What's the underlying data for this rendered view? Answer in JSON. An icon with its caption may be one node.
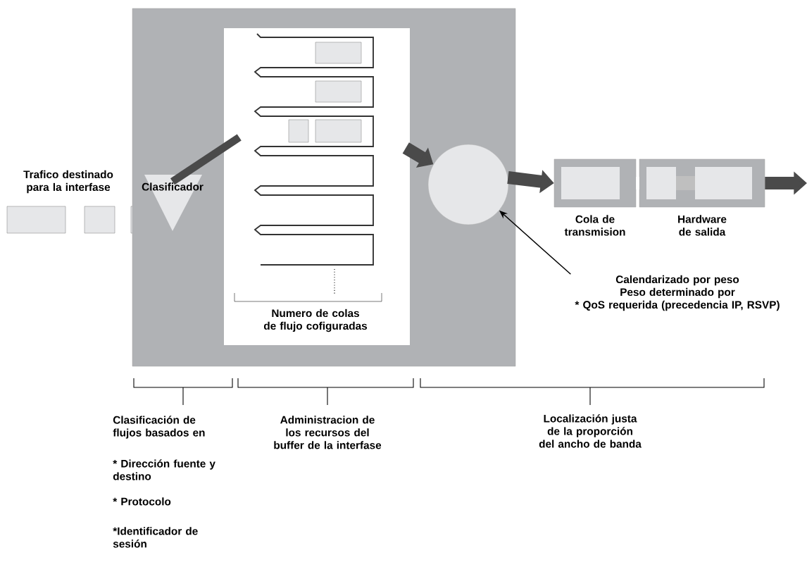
{
  "diagram": {
    "nodes": [
      {
        "text": [],
        "shape": "box"
      },
      {
        "text": [
          "Clasificador"
        ],
        "in": 0
      },
      {
        "text": [
          "Numero de colas de flujo cofiguradas"
        ],
        "in": 0
      },
      {
        "text": [],
        "shape": "circle",
        "in": 0
      },
      {
        "text": [
          "Cola de transmision"
        ]
      },
      {
        "text": [
          "Hardware de salida"
        ]
      },
      {
        "text": [
          "Calendarizado por peso",
          "Peso determinado por",
          "* QoS requerida (precedencia IP, RSVP)"
        ]
      }
    ],
    "edges": [
      {
        "from": 1,
        "to": 2,
        "arrow": "none"
      },
      {
        "from": 2,
        "to": 3,
        "arrow": "to"
      },
      {
        "from": 3,
        "to": 4,
        "arrow": "to"
      },
      {
        "from": 4,
        "to": 5,
        "arrow": "none",
        "color": "#ffffff"
      },
      {
        "from": 5,
        "to": null,
        "arrow": "to"
      },
      {
        "from": 6,
        "to": 3,
        "arrow": "to"
      }
    ],
    "labels": [
      "Trafico destinado para la interfase",
      "Clasificación de flujos basados en",
      "* Dirección fuente y destino",
      "* Protocolo",
      "*Identificador de sesión",
      "Administracion de los recursos del buffer de la interfase",
      "Localización justa de la proporción del ancho de banda"
    ]
  }
}
